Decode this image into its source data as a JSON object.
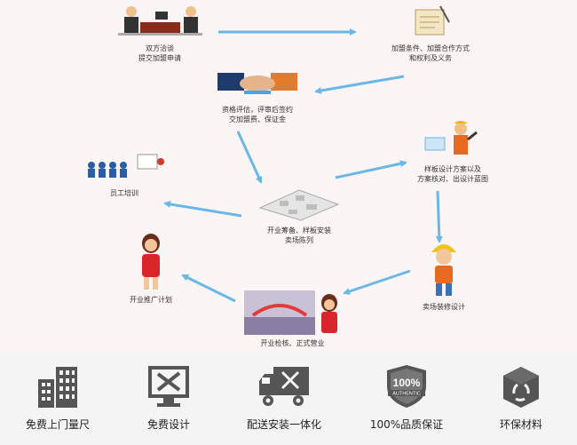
{
  "steps": [
    {
      "label": "双方洽谈\n提交加盟申请"
    },
    {
      "label": "加盟条件、加盟合作方式\n和权利及义务"
    },
    {
      "label": "资格评估，评审后签约\n交加盟费、保证金"
    },
    {
      "label": "样板设计方案以及\n方案核对、出设计蓝图"
    },
    {
      "label": "员工培训"
    },
    {
      "label": "开业筹备、样板安装\n卖场陈列"
    },
    {
      "label": "开业推广计划"
    },
    {
      "label": "卖场装修设计"
    },
    {
      "label": "开业检核、正式营业"
    }
  ],
  "features": [
    {
      "label": "免费上门量尺",
      "icon": "building-icon"
    },
    {
      "label": "免费设计",
      "icon": "design-monitor-icon"
    },
    {
      "label": "配送安装一体化",
      "icon": "delivery-truck-icon"
    },
    {
      "label": "100%品质保证",
      "icon": "quality-shield-icon",
      "badge": "100%",
      "badge_sub": "AUTHENTIC"
    },
    {
      "label": "环保材料",
      "icon": "recycle-box-icon"
    }
  ],
  "colors": {
    "arrow": "#6bb7e6",
    "icon": "#555555",
    "flow_bg": "#fbf5f5"
  }
}
